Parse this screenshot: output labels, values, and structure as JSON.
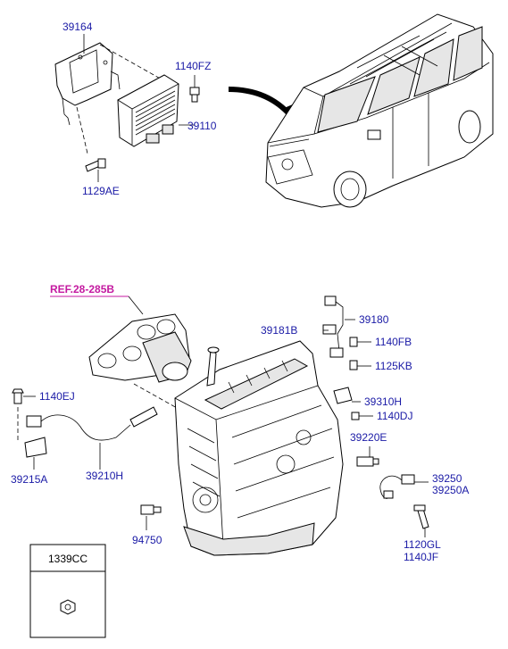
{
  "colors": {
    "label": "#1a1aa6",
    "reference": "#c41aa0",
    "line": "#000000"
  },
  "labels": {
    "p39164": "39164",
    "p1140FZ": "1140FZ",
    "p39110": "39110",
    "p1129AE": "1129AE",
    "ref_28_285B": "REF.28-285B",
    "p39181B": "39181B",
    "p39180": "39180",
    "p1140FB": "1140FB",
    "p1125KB": "1125KB",
    "p1140EJ": "1140EJ",
    "p39310H": "39310H",
    "p1140DJ": "1140DJ",
    "p39220E": "39220E",
    "p39215A": "39215A",
    "p39210H": "39210H",
    "p39250": "39250",
    "p39250A": "39250A",
    "p94750": "94750",
    "p1120GL": "1120GL",
    "p1140JF": "1140JF"
  },
  "inset_box": {
    "title": "1339CC"
  }
}
